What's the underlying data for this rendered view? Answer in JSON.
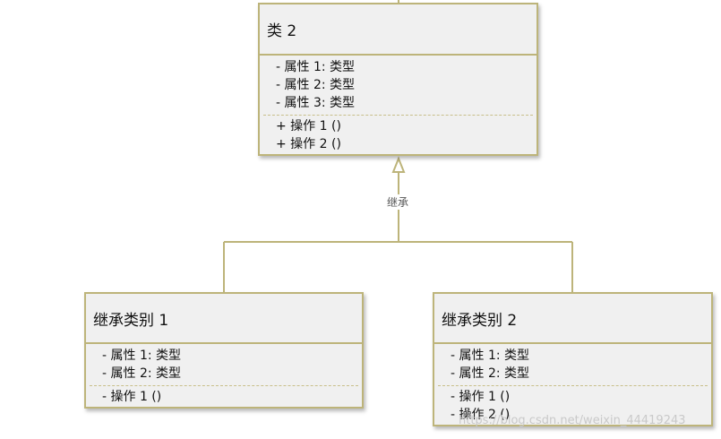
{
  "diagram": {
    "parent": {
      "name": "类 2",
      "attributes": [
        "- 属性 1: 类型",
        "- 属性 2: 类型",
        "- 属性 3: 类型"
      ],
      "operations": [
        "+ 操作 1 ()",
        "+ 操作 2 ()"
      ]
    },
    "children": [
      {
        "name": "继承类别 1",
        "attributes": [
          "- 属性 1: 类型",
          "- 属性 2: 类型"
        ],
        "operations": [
          "- 操作 1 ()"
        ]
      },
      {
        "name": "继承类别 2",
        "attributes": [
          "- 属性 1: 类型",
          "- 属性 2: 类型"
        ],
        "operations": [
          "- 操作 1 ()",
          "- 操作 2 ()"
        ]
      }
    ],
    "edge_label": "继承",
    "colors": {
      "border": "#bdb47a",
      "box_fill": "#f0f0f0",
      "connector": "#bdb47a"
    }
  },
  "watermark": "https://blog.csdn.net/weixin_44419243"
}
